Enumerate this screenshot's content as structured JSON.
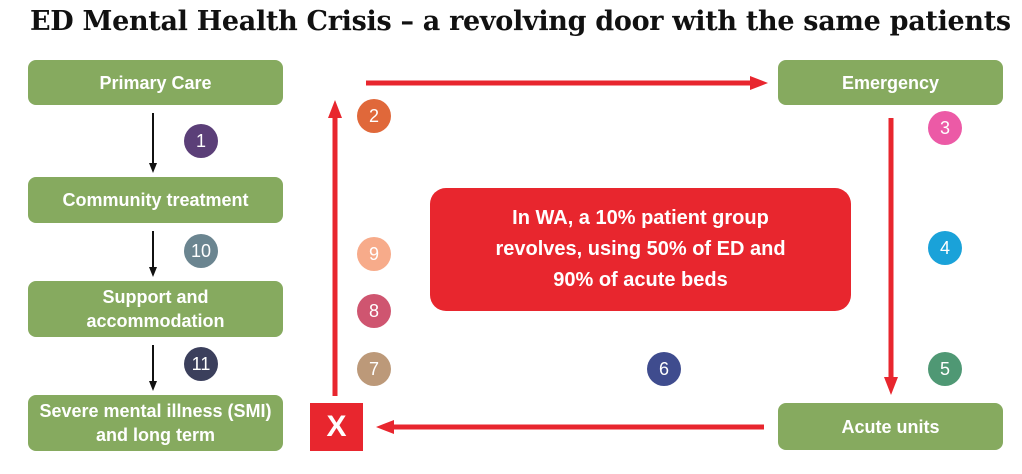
{
  "title": "ED Mental Health Crisis – a revolving door with the same patients",
  "colors": {
    "box_green": "#86aa5f",
    "red": "#e8262e",
    "arrow_black": "#111111"
  },
  "boxes": {
    "primary_care": "Primary Care",
    "community_treatment": "Community treatment",
    "support_accommodation": "Support and accommodation",
    "severe_mental_illness": "Severe mental illness (SMI) and long term",
    "emergency": "Emergency",
    "acute_units": "Acute units"
  },
  "callout": "In WA, a 10% patient group\nrevolves, using 50% of ED and\n90% of acute beds",
  "x_mark": "X",
  "markers": [
    {
      "label": "1",
      "color": "#5b3f78"
    },
    {
      "label": "2",
      "color": "#e0683a"
    },
    {
      "label": "3",
      "color": "#ec5aa6"
    },
    {
      "label": "4",
      "color": "#1aa2d9"
    },
    {
      "label": "5",
      "color": "#4f9874"
    },
    {
      "label": "6",
      "color": "#3f4c8e"
    },
    {
      "label": "7",
      "color": "#bc9979"
    },
    {
      "label": "8",
      "color": "#cf5570"
    },
    {
      "label": "9",
      "color": "#f7ab8a"
    },
    {
      "label": "10",
      "color": "#6b8590"
    },
    {
      "label": "11",
      "color": "#3b3f5c"
    }
  ]
}
